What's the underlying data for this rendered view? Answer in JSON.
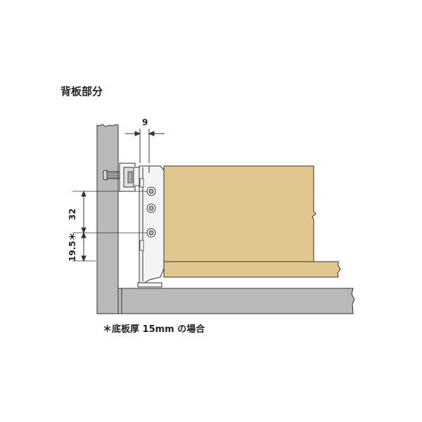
{
  "title": "背板部分",
  "note": "＊底板厚 15mm の場合",
  "dimensions": {
    "width_label": "9",
    "height_upper_label": "32",
    "height_lower_label": "19.5＊"
  },
  "colors": {
    "panel_gray": "#b9b9b9",
    "outline": "#333333",
    "wood": "#e2c690",
    "hardware": "#f4f4f4"
  }
}
